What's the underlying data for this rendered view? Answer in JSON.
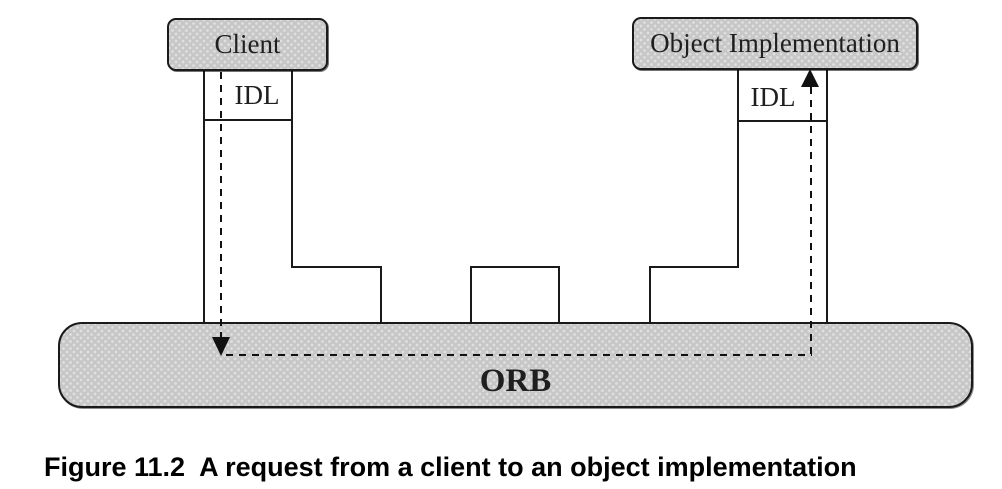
{
  "figure": {
    "caption": "Figure 11.2  A request from a client to an object implementation",
    "nodes": {
      "client": "Client",
      "object_implementation": "Object Implementation",
      "client_idl": "IDL",
      "implementation_idl": "IDL",
      "orb": "ORB"
    },
    "colors": {
      "node_fill": "#c7c7c7",
      "node_dot": "#e0e0e0",
      "border": "#1a1a1a",
      "arrow": "#111111",
      "background": "#ffffff",
      "text": "#1f1f1f",
      "caption_color": "#000000"
    }
  }
}
